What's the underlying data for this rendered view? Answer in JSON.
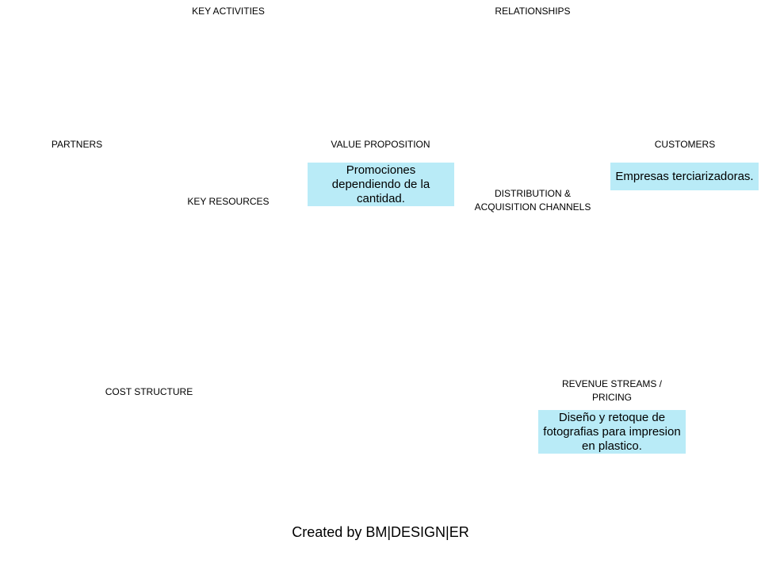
{
  "labels": {
    "key_activities": "KEY ACTIVITIES",
    "relationships": "RELATIONSHIPS",
    "partners": "PARTNERS",
    "value_proposition": "VALUE PROPOSITION",
    "customers": "CUSTOMERS",
    "key_resources": "KEY RESOURCES",
    "distribution_channels": "DISTRIBUTION  &\nACQUISITION  CHANNELS",
    "cost_structure": "COST  STRUCTURE",
    "revenue_streams": "REVENUE STREAMS /\nPRICING"
  },
  "notes": {
    "value_proposition": "Promociones dependiendo de la cantidad.",
    "customers": "Empresas terciarizadoras.",
    "revenue_streams": "Diseño y retoque de fotografias para impresion en plastico."
  },
  "note_color": "#b9ebf7",
  "footer": "Created by BM|DESIGN|ER"
}
